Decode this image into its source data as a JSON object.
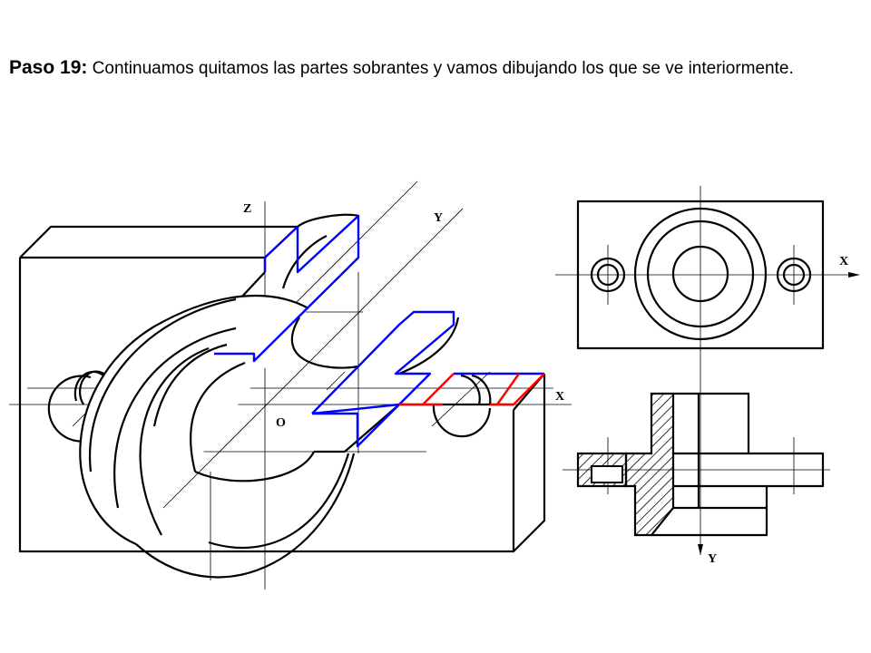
{
  "caption": {
    "step": "Paso 19:",
    "text": " Continuamos quitamos las partes sobrantes y vamos dibujando los que se ve interiormente."
  },
  "axes": {
    "iso_z": "Z",
    "iso_y": "Y",
    "iso_x": "X",
    "iso_origin": "O",
    "top_x": "X",
    "section_y": "Y"
  },
  "colors": {
    "cut_outline": "#0000ff",
    "cut_outline_secondary": "#ff0000",
    "lines": "#000000"
  }
}
